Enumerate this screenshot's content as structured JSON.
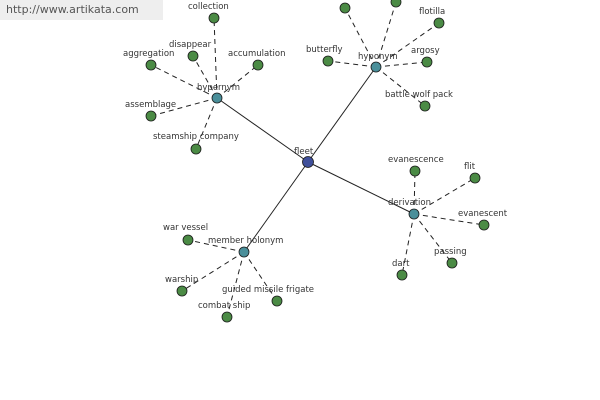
{
  "watermark": "http://www.artikata.com",
  "colors": {
    "center": "#3f4f9a",
    "hub": "#4a8f9a",
    "leaf": "#4b8b45",
    "node_stroke": "#1a1a1a"
  },
  "center": {
    "id": "fleet",
    "label": "fleet"
  },
  "hubs": [
    {
      "id": "hypernym",
      "label": "hypernym",
      "leaves": [
        "collection",
        "disappear",
        "accumulation",
        "aggregation",
        "assemblage",
        "steamship company"
      ]
    },
    {
      "id": "hyponym",
      "label": "hyponym",
      "leaves": [
        "",
        "",
        "flotilla",
        "argosy",
        "butterfly",
        "battle wolf pack"
      ]
    },
    {
      "id": "derivation",
      "label": "derivation",
      "leaves": [
        "evanescence",
        "flit",
        "evanescent",
        "passing",
        "dart"
      ]
    },
    {
      "id": "member-holonym",
      "label": "member holonym",
      "leaves": [
        "war vessel",
        "warship",
        "guided missile frigate",
        "combat ship"
      ]
    }
  ]
}
